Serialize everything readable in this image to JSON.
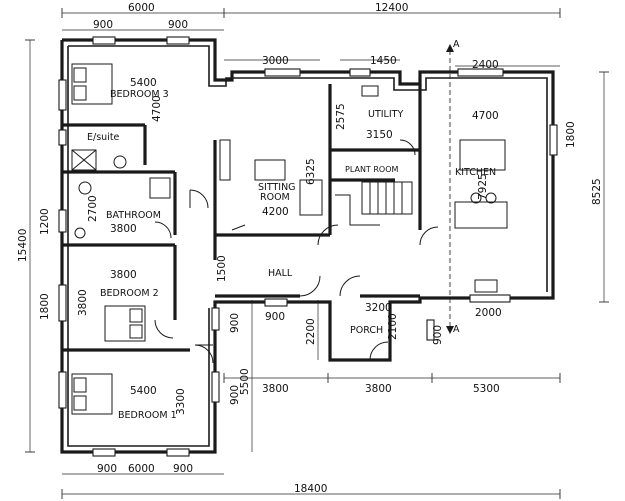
{
  "overall_dims": {
    "top_left": "6000",
    "top_right": "12400",
    "bottom_total": "18400",
    "bottom_left": "6000",
    "left_total": "15400",
    "right_total": "8525"
  },
  "rooms": {
    "bedroom3": {
      "label": "BEDROOM 3",
      "dim_w": "5400",
      "dim_d": "4700"
    },
    "ensuite": {
      "label": "E/suite"
    },
    "bathroom": {
      "label": "BATHROOM",
      "dim_w": "3800",
      "dim_d": "2700"
    },
    "bedroom2": {
      "label": "BEDROOM 2",
      "dim_w": "3800",
      "dim_d": "3800"
    },
    "bedroom1": {
      "label": "BEDROOM 1",
      "dim_w": "5400",
      "dim_d": "3300"
    },
    "sitting": {
      "label_line1": "SITTING",
      "label_line2": "ROOM",
      "dim_w": "4200",
      "dim_d": "6325",
      "dim_top": "3000"
    },
    "utility": {
      "label": "UTILITY",
      "dim_w": "3150",
      "dim_d": "2575",
      "dim_top": "1450"
    },
    "plant": {
      "label": "PLANT ROOM"
    },
    "kitchen": {
      "label": "KITCHEN",
      "dim_w": "4700",
      "dim_d": "7925",
      "dim_top": "2400",
      "dim_side": "1800"
    },
    "hall": {
      "label": "HALL",
      "dim_side": "1500"
    },
    "porch": {
      "label": "PORCH",
      "dim_w": "3200",
      "dim_d": "2100"
    }
  },
  "window_dims": {
    "bed3_left": "900",
    "bed3_right": "900",
    "bed1_left": "900",
    "bed1_right": "900",
    "left_1200": "1200",
    "left_1800": "1800",
    "hall_900": "900",
    "kitchen_2000": "2000",
    "porch_side": "900",
    "hall_side_900": "900",
    "wing_900": "900"
  },
  "offset_dims": {
    "porch_2200": "2200",
    "wing_5500": "5500",
    "run_3800_a": "3800",
    "run_3800_b": "3800",
    "run_5300": "5300"
  },
  "section_marker": {
    "label": "A"
  }
}
